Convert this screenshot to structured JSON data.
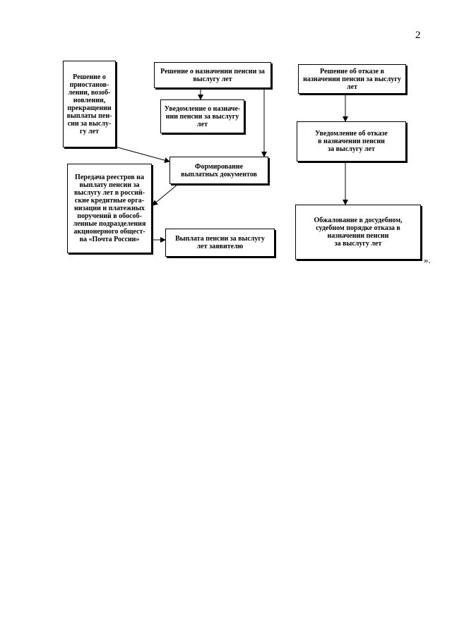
{
  "page_number": "2",
  "boxes": {
    "suspension_decision": "Решение о\nприостанов-\nлении, возоб-\nновлении,\nпрекращении\nвыплаты пен-\nсии за выслу-\nгу лет",
    "appointment_decision": "Решение о назначении пенсии за\nвыслугу лет",
    "refusal_decision": "Решение об отказе в\nназначении пенсии за выслугу\nлет",
    "appointment_notice": "Уведомление о назначе-\nнии пенсии за выслугу\nлет",
    "refusal_notice": "Уведомление об отказе\nв назначении пенсии\nза выслугу лет",
    "payment_documents": "Формирование\nвыплатных документов",
    "registry_transfer": "Передача реестров на\nвыплату пенсии за\nвыслугу лет в россий-\nские кредитные орга-\nнизации и платежных\nпоручений в обособ-\nленные подразделения\nакционерного общест-\nва «Почта России»",
    "pension_payment": "Выплата пенсии за выслугу\nлет заявителю",
    "appeal": "Обжалование в досудебном,\nсудебном порядке отказа в\nназначении пенсии\nза выслугу лет"
  },
  "closing_mark": "»."
}
